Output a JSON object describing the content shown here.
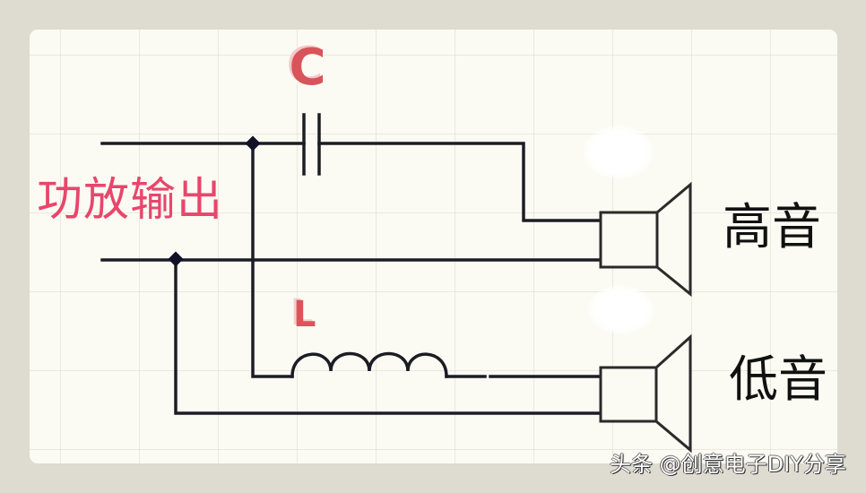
{
  "diagram": {
    "type": "crossover-circuit",
    "labels": {
      "amp_output": "功放输出",
      "capacitor": "C",
      "inductor": "L",
      "tweeter": "高音",
      "woofer": "低音"
    },
    "watermark": "头条 @创意电子DIY分享",
    "colors": {
      "background": "#dedcd1",
      "panel": "#fbfbf4",
      "wire": "#1c1c24",
      "amp_label": "#e8466b",
      "component_label": "#d9535a",
      "speaker_label": "#111111"
    },
    "components": [
      {
        "id": "C",
        "kind": "capacitor",
        "path": "high"
      },
      {
        "id": "L",
        "kind": "inductor",
        "path": "low",
        "turns": 4
      }
    ],
    "speakers": [
      {
        "id": "tweeter",
        "label": "高音"
      },
      {
        "id": "woofer",
        "label": "低音"
      }
    ]
  }
}
